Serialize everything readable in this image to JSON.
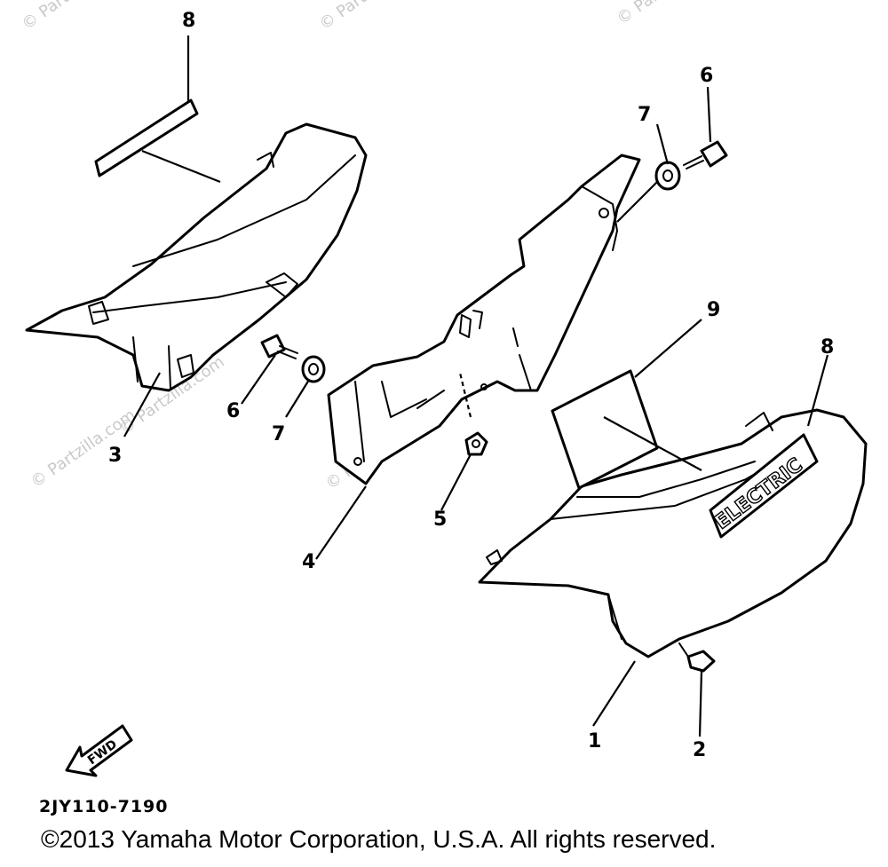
{
  "watermark": "© Partzilla.com",
  "callouts": [
    "8",
    "3",
    "6",
    "7",
    "4",
    "5",
    "7",
    "6",
    "9",
    "8",
    "1",
    "2"
  ],
  "decal_text": "ELECTRIC",
  "fwd_label": "FWD",
  "diagram_code": "2JY110-7190",
  "copyright": "©2013 Yamaha Motor Corporation, U.S.A. All rights reserved."
}
